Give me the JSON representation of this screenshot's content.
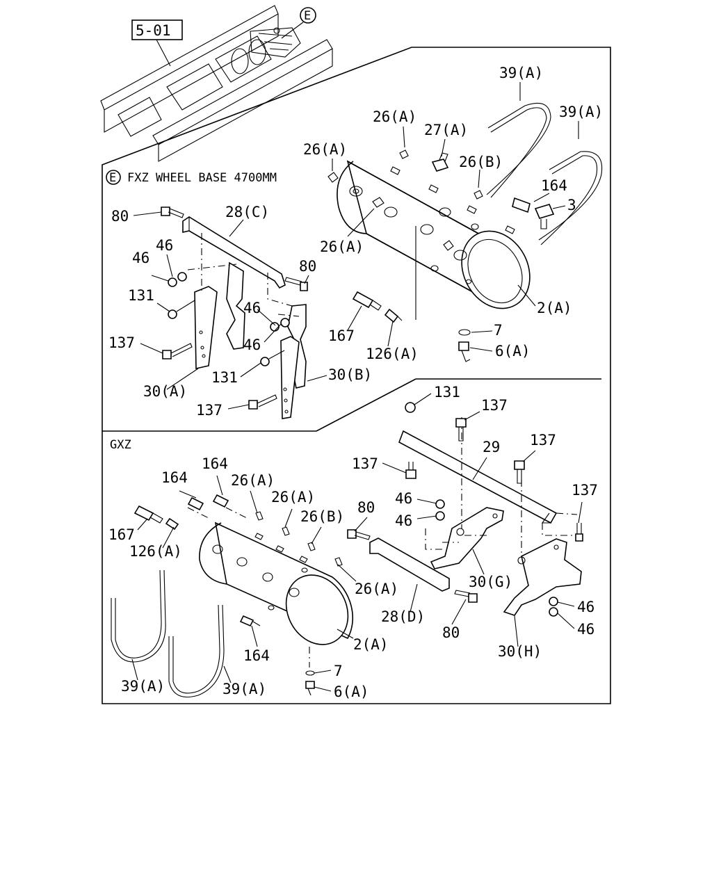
{
  "reference": "5-01",
  "view_marker": "E",
  "sections": {
    "fxz_title": "FXZ WHEEL BASE 4700MM",
    "fxz_marker": "E",
    "gxz_title": "GXZ"
  },
  "fxz_labels": [
    "39(A)",
    "39(A)",
    "26(A)",
    "27(A)",
    "26(A)",
    "26(B)",
    "164",
    "3",
    "80",
    "28(C)",
    "46",
    "46",
    "26(A)",
    "80",
    "131",
    "46",
    "2(A)",
    "137",
    "46",
    "167",
    "7",
    "126(A)",
    "6(A)",
    "131",
    "30(B)",
    "30(A)",
    "137"
  ],
  "gxz_labels": [
    "131",
    "137",
    "137",
    "29",
    "137",
    "164",
    "164",
    "26(A)",
    "80",
    "137",
    "26(A)",
    "26(B)",
    "46",
    "46",
    "167",
    "126(A)",
    "26(A)",
    "30(G)",
    "46",
    "28(D)",
    "80",
    "46",
    "2(A)",
    "30(H)",
    "164",
    "7",
    "39(A)",
    "39(A)",
    "6(A)"
  ]
}
